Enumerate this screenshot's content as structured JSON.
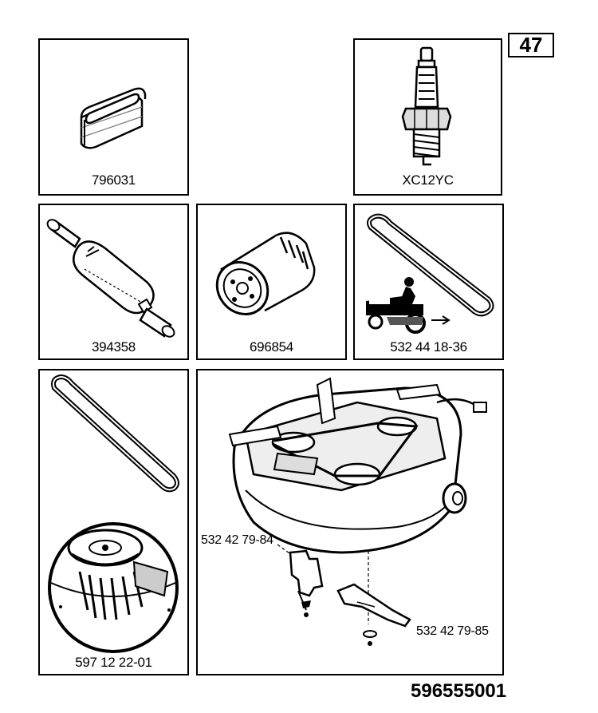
{
  "page_number": "47",
  "document_number": "596555001",
  "parts": {
    "air_filter": "796031",
    "spark_plug": "XC12YC",
    "fuel_filter": "394358",
    "oil_filter": "696854",
    "drive_belt": "532 44 18-36",
    "deck_belt": "597 12 22-01",
    "blade_left": "532 42 79-84",
    "blade_right": "532 42 79-85"
  },
  "icons": {
    "air_filter": "air-filter-icon",
    "spark_plug": "spark-plug-icon",
    "fuel_filter": "fuel-filter-icon",
    "oil_filter": "oil-filter-icon",
    "belt": "belt-icon",
    "tractor": "riding-mower-icon",
    "pulley": "pulley-icon",
    "mower_deck": "mower-deck-icon",
    "blade": "blade-icon"
  }
}
